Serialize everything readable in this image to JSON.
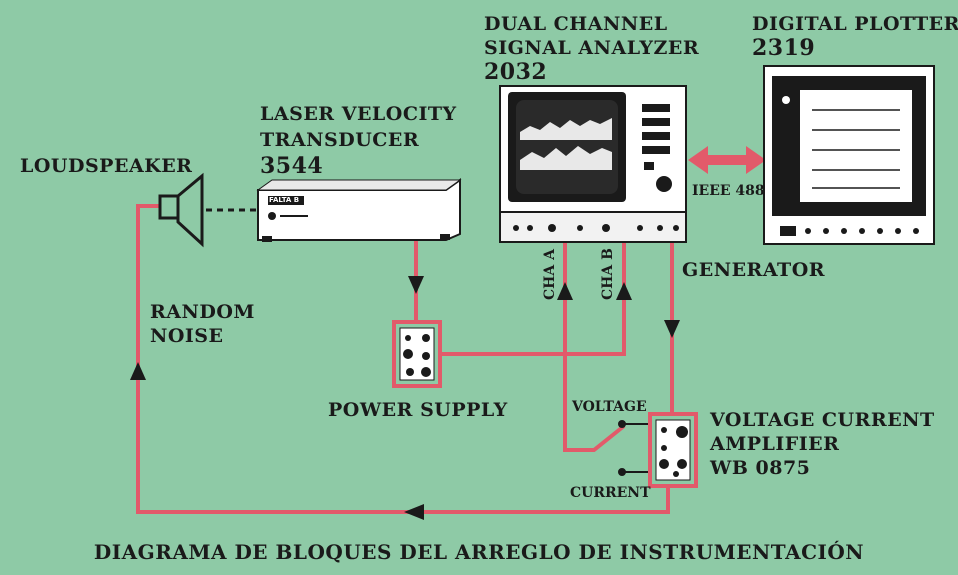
{
  "diagram": {
    "title": "DIAGRAMA DE BLOQUES DEL ARREGLO DE INSTRUMENTACIÓN",
    "loudspeaker": {
      "label": "LOUDSPEAKER"
    },
    "laser": {
      "line1": "LASER VELOCITY",
      "line2": "TRANSDUCER",
      "model": "3544",
      "panel_text": "FALTA B"
    },
    "analyzer": {
      "line1": "DUAL CHANNEL",
      "line2": "SIGNAL ANALYZER",
      "model": "2032"
    },
    "plotter": {
      "line1": "DIGITAL PLOTTER",
      "model": "2319"
    },
    "ieee": "IEEE 488",
    "cha_a": "CHA A",
    "cha_b": "CHA B",
    "generator": "GENERATOR",
    "random_noise": {
      "line1": "RANDOM",
      "line2": "NOISE"
    },
    "power_supply": "POWER SUPPLY",
    "amplifier": {
      "line1": "VOLTAGE CURRENT",
      "line2": "AMPLIFIER",
      "model": "WB 0875"
    },
    "voltage": "VOLTAGE",
    "current": "CURRENT",
    "colors": {
      "background": "#8ecaa6",
      "wire": "#e25a6a",
      "device": "#ffffff",
      "ink": "#1a1a1a"
    }
  }
}
